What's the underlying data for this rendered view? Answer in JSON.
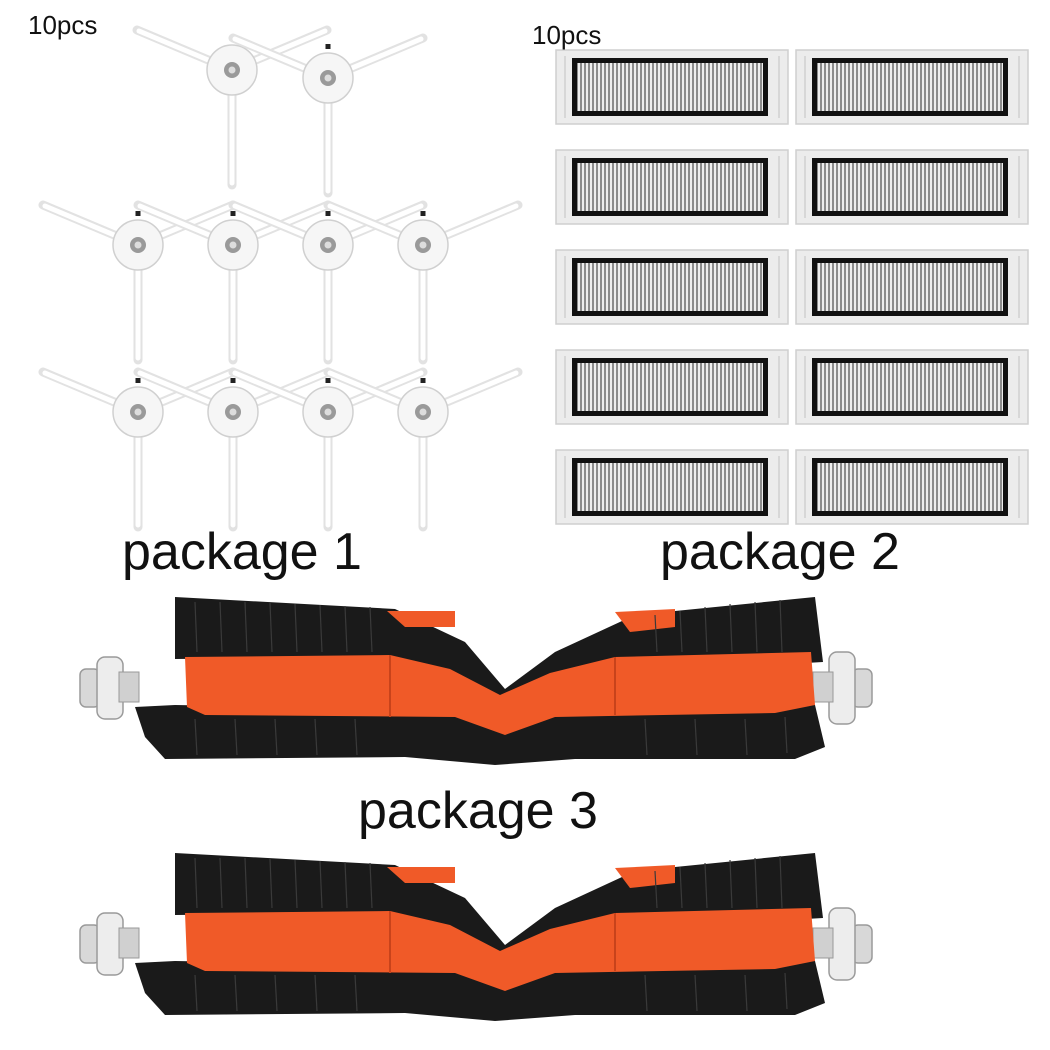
{
  "package1": {
    "quantity_label": "10pcs",
    "label": "package 1",
    "item_count": 10
  },
  "package2": {
    "quantity_label": "10pcs",
    "label": "package 2",
    "item_count": 10
  },
  "package3": {
    "label": "package 3",
    "item_count": 2
  },
  "colors": {
    "background": "#ffffff",
    "brush_orange": "#f05a28",
    "bristle_black": "#1a1a1a",
    "side_brush_white": "#f4f4f4",
    "filter_frame": "#ebebeb",
    "filter_border": "#111111",
    "filter_pleats": "#9a9a9a"
  }
}
